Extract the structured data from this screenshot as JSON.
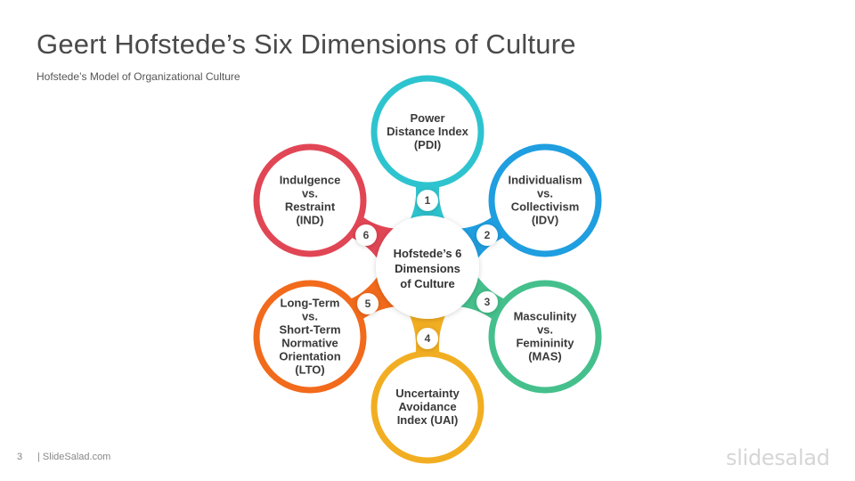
{
  "slide": {
    "title": "Geert Hofstede’s Six Dimensions of Culture",
    "subtitle": "Hofstede’s Model of Organizational Culture",
    "page_number": "3",
    "site": "| SlideSalad.com",
    "logo_text": "slidesalad"
  },
  "center": {
    "lines": [
      "Hofstede’s 6",
      "Dimensions",
      "of Culture"
    ]
  },
  "petals": [
    {
      "number": "1",
      "color": "#2ec4cf",
      "lines": [
        "Power",
        "Distance Index",
        "(PDI)"
      ]
    },
    {
      "number": "2",
      "color": "#1f9ee0",
      "lines": [
        "Individualism",
        "vs.",
        "Collectivism",
        "(IDV)"
      ]
    },
    {
      "number": "3",
      "color": "#45c08c",
      "lines": [
        "Masculinity",
        "vs.",
        "Femininity",
        "(MAS)"
      ]
    },
    {
      "number": "4",
      "color": "#f2ae22",
      "lines": [
        "Uncertainty",
        "Avoidance",
        "Index (UAI)"
      ]
    },
    {
      "number": "5",
      "color": "#f26a1b",
      "lines": [
        "Long-Term",
        "vs.",
        "Short-Term",
        "Normative",
        "Orientation",
        "(LTO)"
      ]
    },
    {
      "number": "6",
      "color": "#e14655",
      "lines": [
        "Indulgence",
        "vs.",
        "Restraint",
        "(IND)"
      ]
    }
  ]
}
